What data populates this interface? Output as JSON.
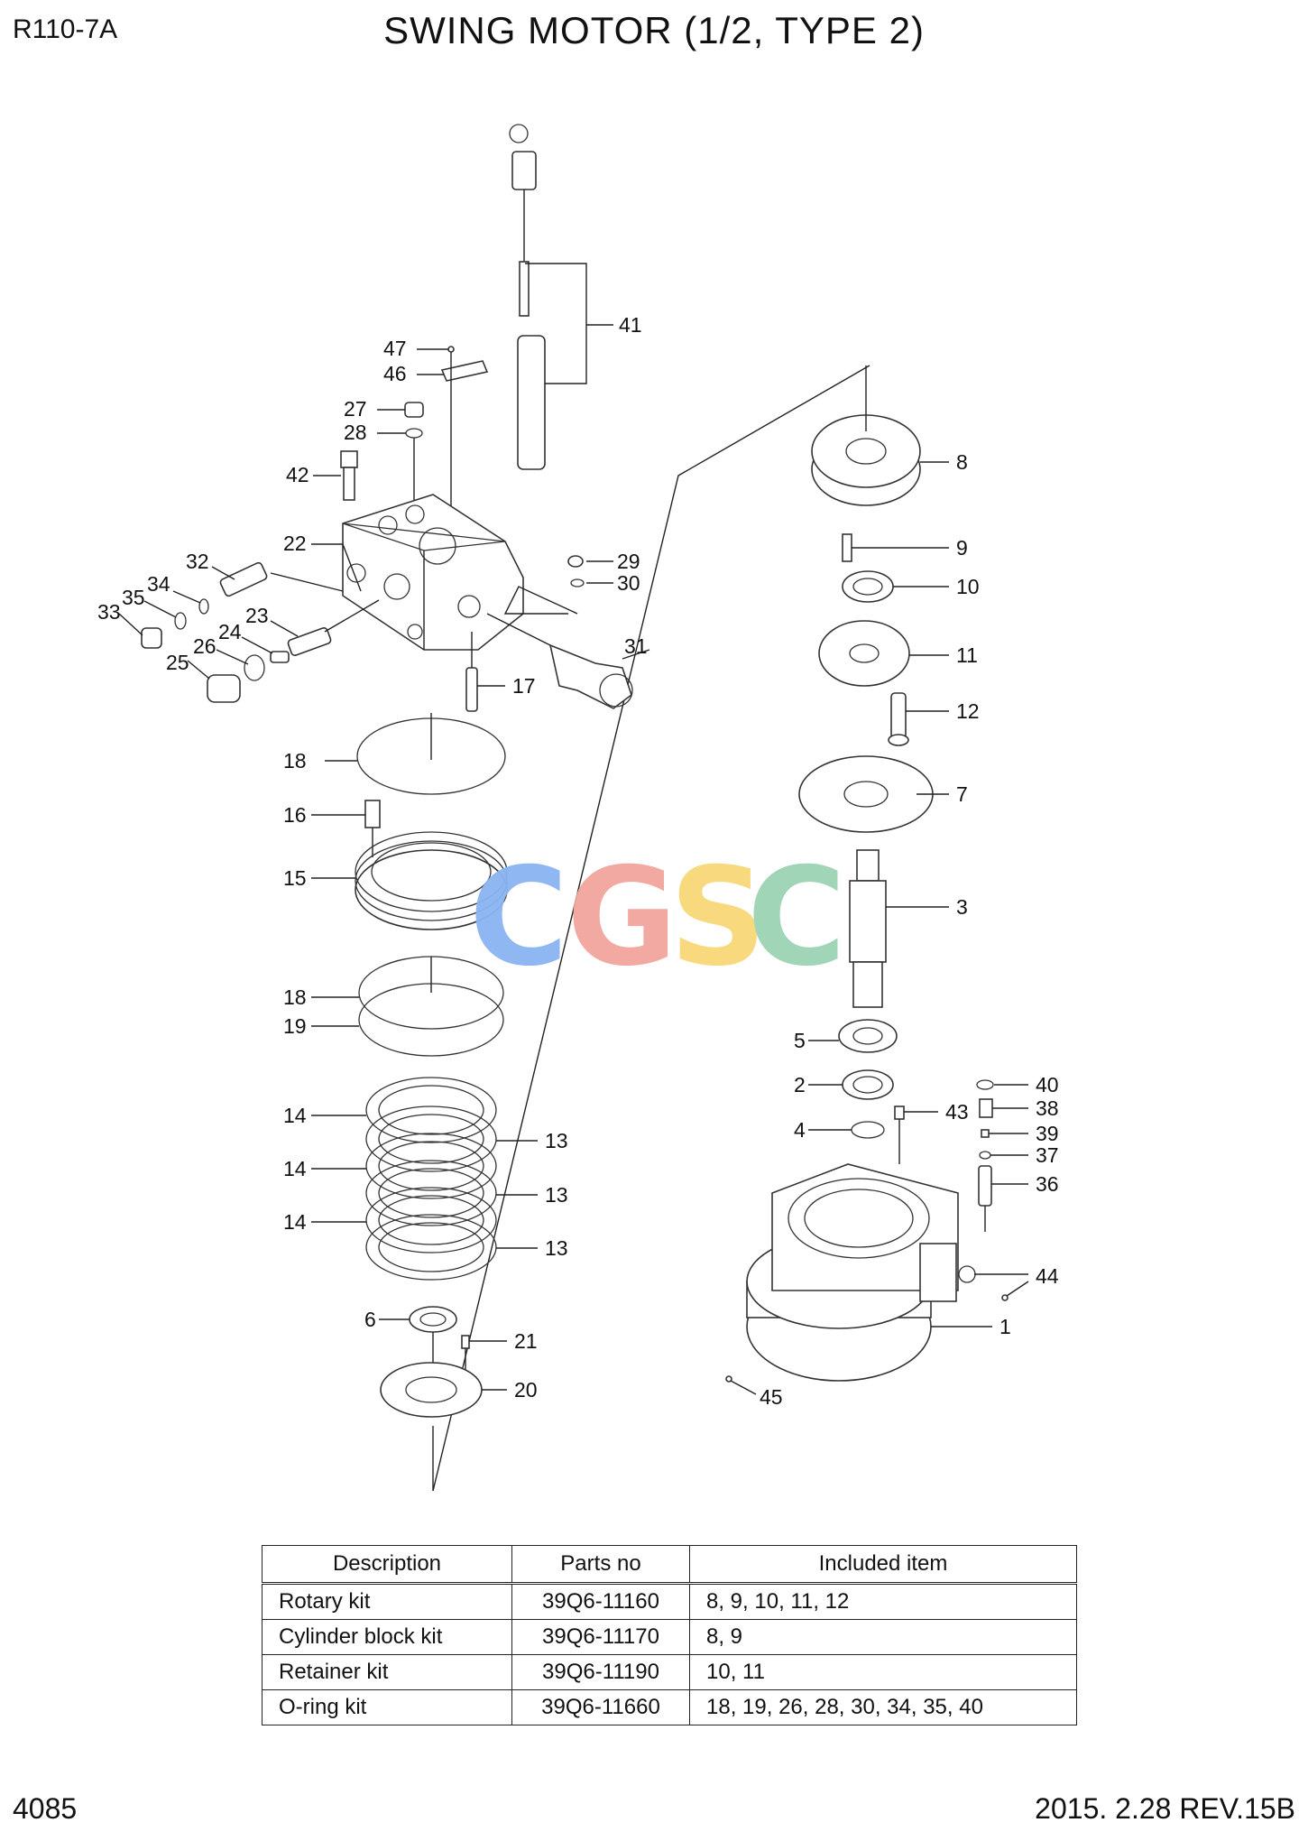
{
  "header": {
    "model": "R110-7A",
    "title": "SWING MOTOR (1/2, TYPE 2)"
  },
  "footer": {
    "page": "4085",
    "revision": "2015. 2.28  REV.15B"
  },
  "watermark": {
    "letters": [
      "C",
      "G",
      "S",
      "C"
    ],
    "colors": [
      "#8ab4f2",
      "#f2a59e",
      "#f8d878",
      "#9bd3b4"
    ]
  },
  "callouts": {
    "c41": "41",
    "c47": "47",
    "c46": "46",
    "c27": "27",
    "c28": "28",
    "c42": "42",
    "c22": "22",
    "c32": "32",
    "c34": "34",
    "c35": "35",
    "c33": "33",
    "c23": "23",
    "c24": "24",
    "c26": "26",
    "c25": "25",
    "c29": "29",
    "c30": "30",
    "c31": "31",
    "c17": "17",
    "c18a": "18",
    "c16": "16",
    "c15": "15",
    "c18b": "18",
    "c19": "19",
    "c14a": "14",
    "c14b": "14",
    "c14c": "14",
    "c13a": "13",
    "c13b": "13",
    "c13c": "13",
    "c6": "6",
    "c21": "21",
    "c20": "20",
    "c8": "8",
    "c9": "9",
    "c10": "10",
    "c11": "11",
    "c12": "12",
    "c7": "7",
    "c3": "3",
    "c5": "5",
    "c2": "2",
    "c4": "4",
    "c43": "43",
    "c40": "40",
    "c38": "38",
    "c39": "39",
    "c37": "37",
    "c36": "36",
    "c44": "44",
    "c1": "1",
    "c45": "45"
  },
  "kit_table": {
    "headers": [
      "Description",
      "Parts no",
      "Included item"
    ],
    "rows": [
      {
        "description": "Rotary kit",
        "parts_no": "39Q6-11160",
        "included": "8, 9, 10, 11, 12"
      },
      {
        "description": "Cylinder block kit",
        "parts_no": "39Q6-11170",
        "included": "8, 9"
      },
      {
        "description": "Retainer kit",
        "parts_no": "39Q6-11190",
        "included": "10, 11"
      },
      {
        "description": "O-ring kit",
        "parts_no": "39Q6-11660",
        "included": "18, 19, 26, 28, 30, 34, 35, 40"
      }
    ]
  }
}
